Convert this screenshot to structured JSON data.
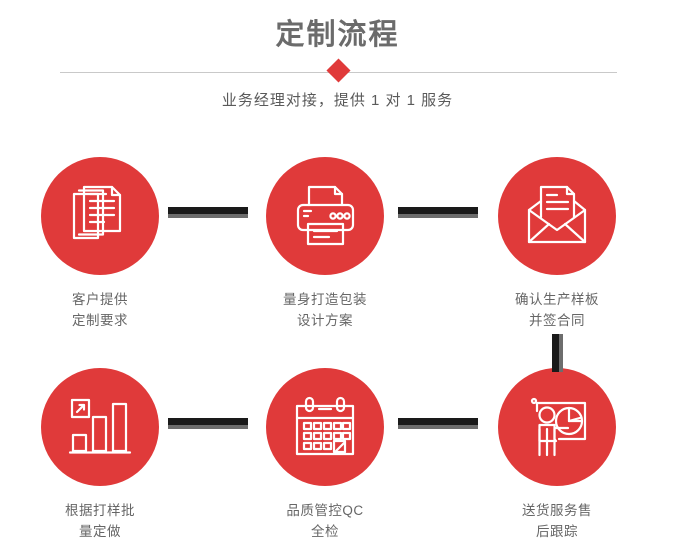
{
  "header": {
    "title": "定制流程",
    "subtitle": "业务经理对接，提供 1 对 1 服务",
    "divider_icon": "diamond-marker"
  },
  "colors": {
    "accent_red": "#e03a3a",
    "title_gray": "#6b6b6b",
    "label_gray": "#666666",
    "divider_gray": "#c9c9c9",
    "connector_dark": "#1a1a1a",
    "connector_shadow": "#6d6d6d"
  },
  "flow": {
    "steps": [
      {
        "index": "1",
        "icon": "documents-stack-icon",
        "label": "客户提供\n定制要求"
      },
      {
        "index": "2",
        "icon": "printer-icon",
        "label": "量身打造包装\n设计方案"
      },
      {
        "index": "3",
        "icon": "envelope-letter-icon",
        "label": "确认生产样板\n并签合同"
      },
      {
        "index": "4",
        "icon": "bar-chart-growth-icon",
        "label": "根据打样批\n量定做"
      },
      {
        "index": "5",
        "icon": "calendar-icon",
        "label": "品质管控QC\n全检"
      },
      {
        "index": "6",
        "icon": "presentation-person-piechart-icon",
        "label": "送货服务售\n后跟踪"
      }
    ],
    "connectors": [
      {
        "name": "connector-step1-step2",
        "orientation": "horizontal"
      },
      {
        "name": "connector-step2-step3",
        "orientation": "horizontal"
      },
      {
        "name": "connector-step4-step5",
        "orientation": "horizontal"
      },
      {
        "name": "connector-step5-step6",
        "orientation": "horizontal"
      },
      {
        "name": "connector-step3-step6",
        "orientation": "vertical"
      }
    ]
  }
}
